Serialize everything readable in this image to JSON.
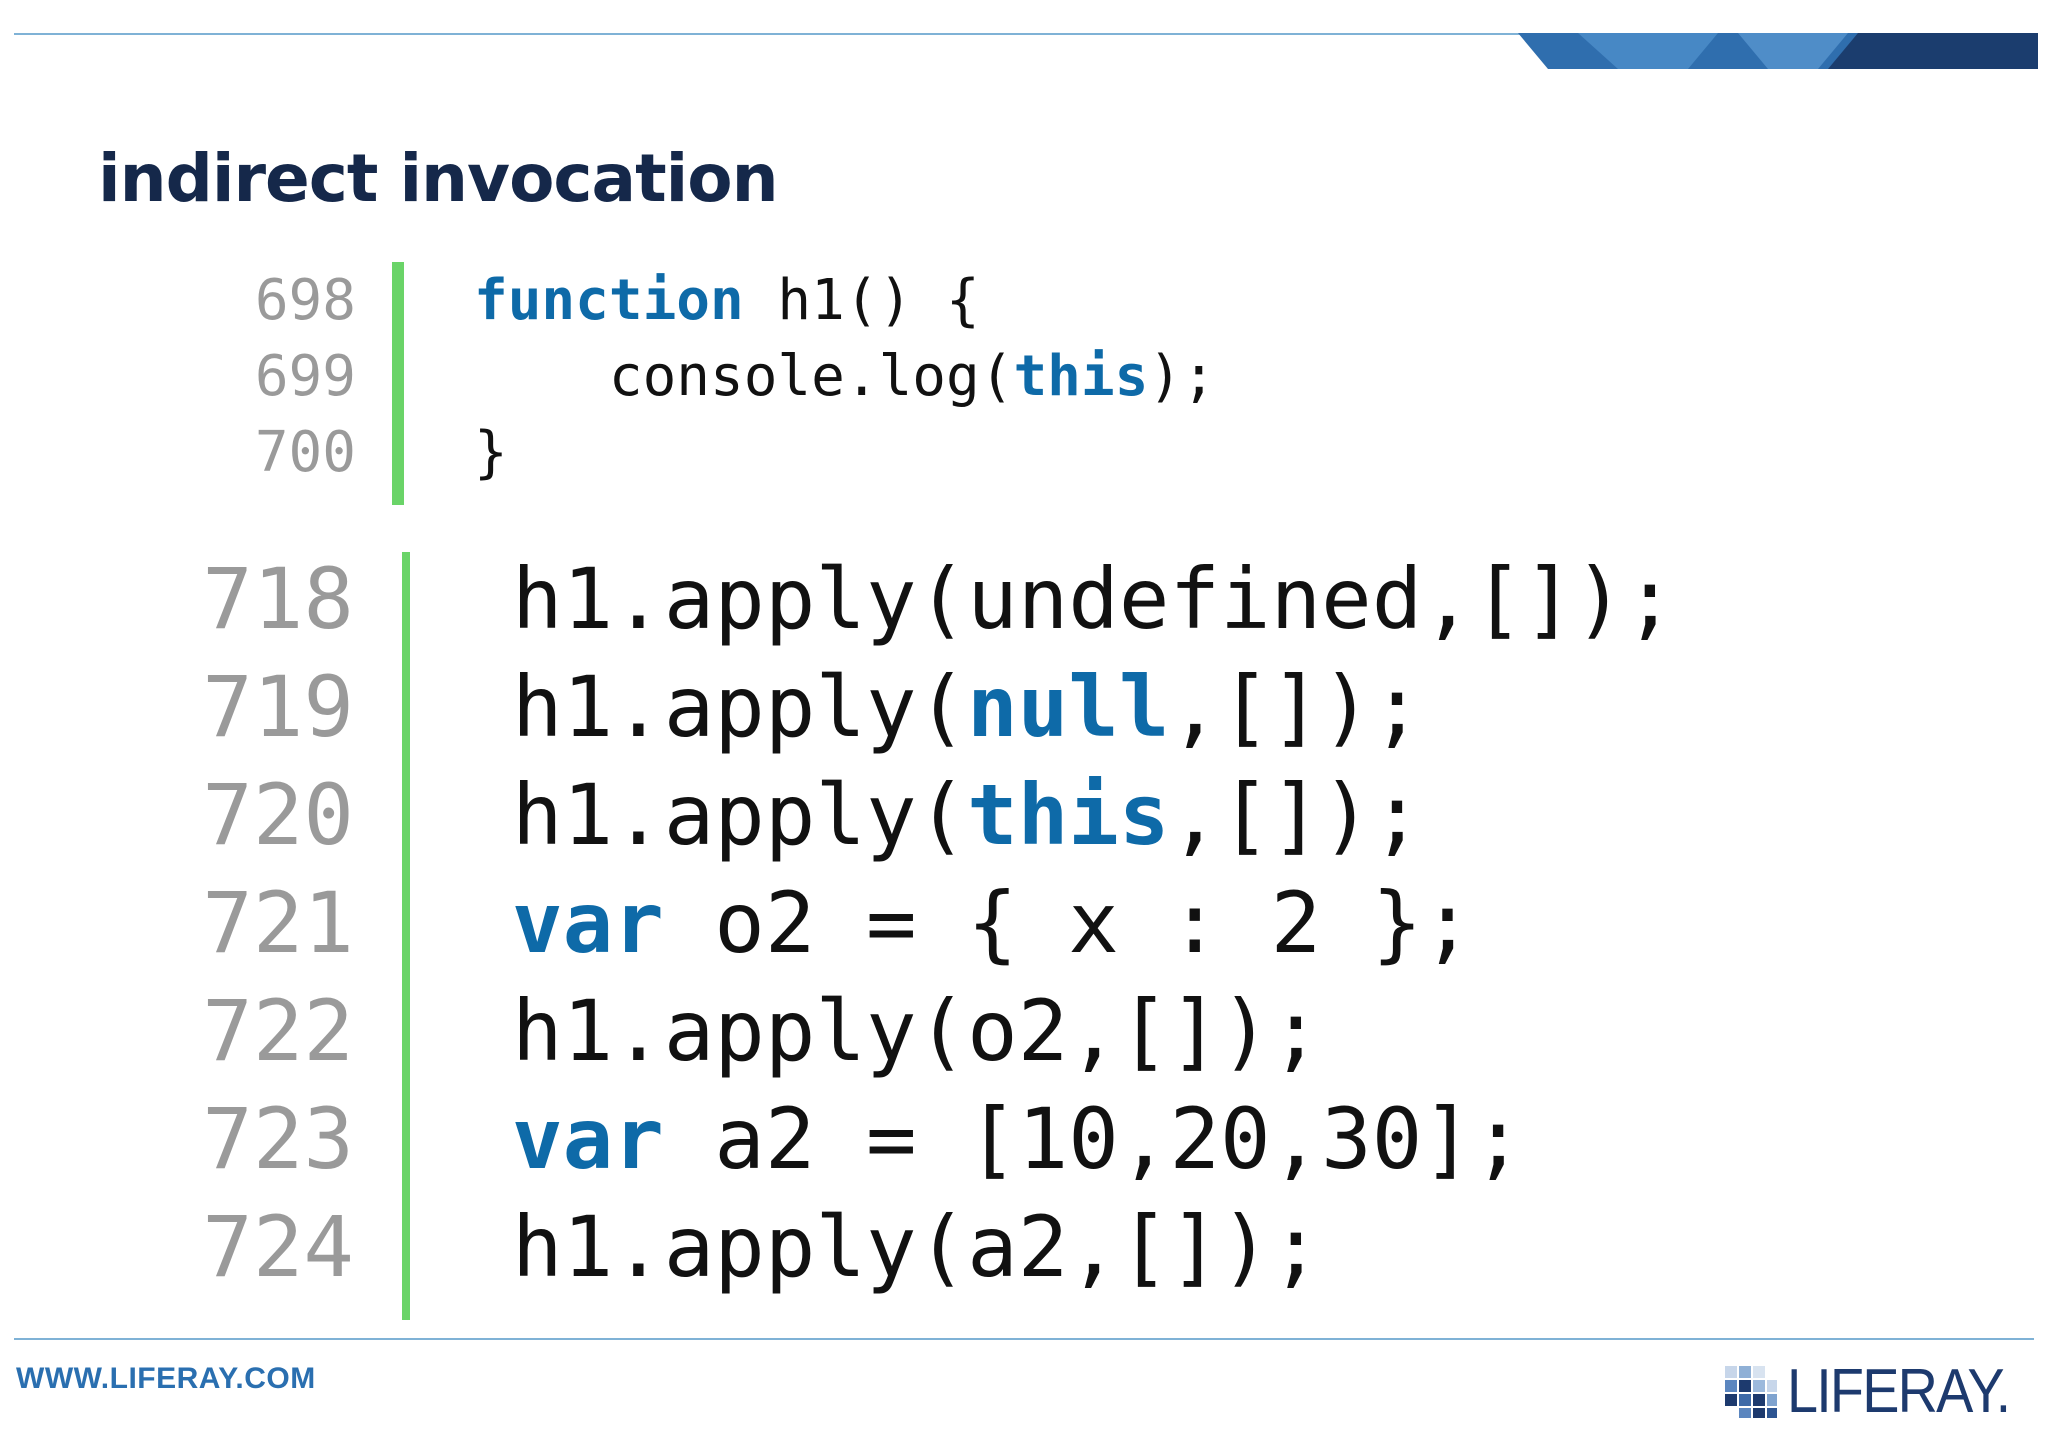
{
  "slide": {
    "title": "indirect invocation"
  },
  "code_block_1": {
    "lines": [
      {
        "number": "698",
        "segments": [
          {
            "text": "function",
            "kw": true
          },
          {
            "text": " h1() {",
            "kw": false
          }
        ]
      },
      {
        "number": "699",
        "segments": [
          {
            "text": "    console.log(",
            "kw": false
          },
          {
            "text": "this",
            "kw": true
          },
          {
            "text": ");",
            "kw": false
          }
        ]
      },
      {
        "number": "700",
        "segments": [
          {
            "text": "}",
            "kw": false
          }
        ]
      }
    ]
  },
  "code_block_2": {
    "lines": [
      {
        "number": "718",
        "segments": [
          {
            "text": "h1.apply(undefined,[]);",
            "kw": false
          }
        ]
      },
      {
        "number": "719",
        "segments": [
          {
            "text": "h1.apply(",
            "kw": false
          },
          {
            "text": "null",
            "kw": true
          },
          {
            "text": ",[]);",
            "kw": false
          }
        ]
      },
      {
        "number": "720",
        "segments": [
          {
            "text": "h1.apply(",
            "kw": false
          },
          {
            "text": "this",
            "kw": true
          },
          {
            "text": ",[]);",
            "kw": false
          }
        ]
      },
      {
        "number": "721",
        "segments": [
          {
            "text": "var",
            "kw": true
          },
          {
            "text": " o2 = { x : 2 };",
            "kw": false
          }
        ]
      },
      {
        "number": "722",
        "segments": [
          {
            "text": "h1.apply(o2,[]);",
            "kw": false
          }
        ]
      },
      {
        "number": "723",
        "segments": [
          {
            "text": "var",
            "kw": true
          },
          {
            "text": " a2 = [10,20,30];",
            "kw": false
          }
        ]
      },
      {
        "number": "724",
        "segments": [
          {
            "text": "h1.apply(a2,[]);",
            "kw": false
          }
        ]
      }
    ]
  },
  "footer": {
    "url": "WWW.LIFERAY.COM",
    "logo_text": "LIFERAY.",
    "logo_icon": "liferay-logo-icon"
  },
  "colors": {
    "title": "#15284a",
    "keyword": "#0e6aa8",
    "gutter": "#6ad468",
    "rule": "#7fb2d6",
    "banner_dark": "#1b3d6e",
    "banner_light": "#3f86c4"
  }
}
